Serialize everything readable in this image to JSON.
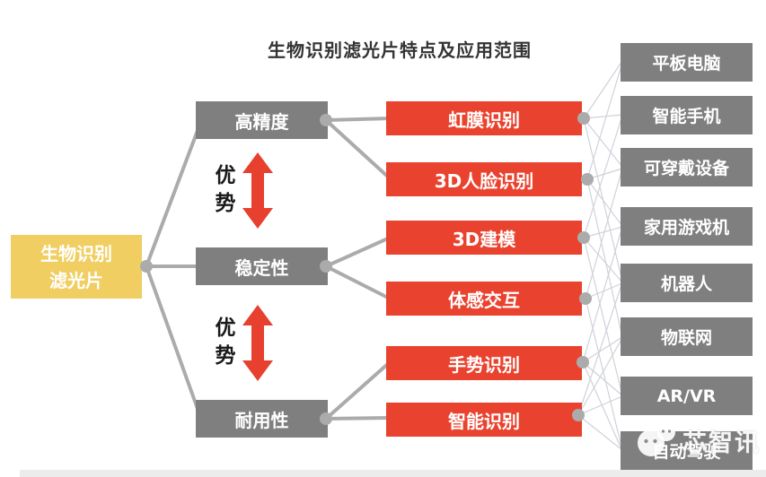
{
  "title": "生物识别滤光片特点及应用范围",
  "root": {
    "line1": "生物识别",
    "line2": "滤光片"
  },
  "advantage": {
    "top": "优势",
    "bottom": "优势"
  },
  "features": [
    "高精度",
    "稳定性",
    "耐用性"
  ],
  "applications": [
    "虹膜识别",
    "3D人脸识别",
    "3D建模",
    "体感交互",
    "手势识别",
    "智能识别"
  ],
  "devices": [
    "平板电脑",
    "智能手机",
    "可穿戴设备",
    "家用游戏机",
    "机器人",
    "物联网",
    "AR/VR",
    "自动驾驶"
  ],
  "watermark": {
    "text": "芯智讯"
  },
  "colors": {
    "root_box": "#f0ce62",
    "feature_box": "#7f7f7f",
    "application_box": "#e9432f",
    "device_box": "#7f7f7f",
    "advantage_arrow": "#e8402f",
    "connector_line": "#ababab",
    "mesh_line": "#cfd2d9"
  }
}
